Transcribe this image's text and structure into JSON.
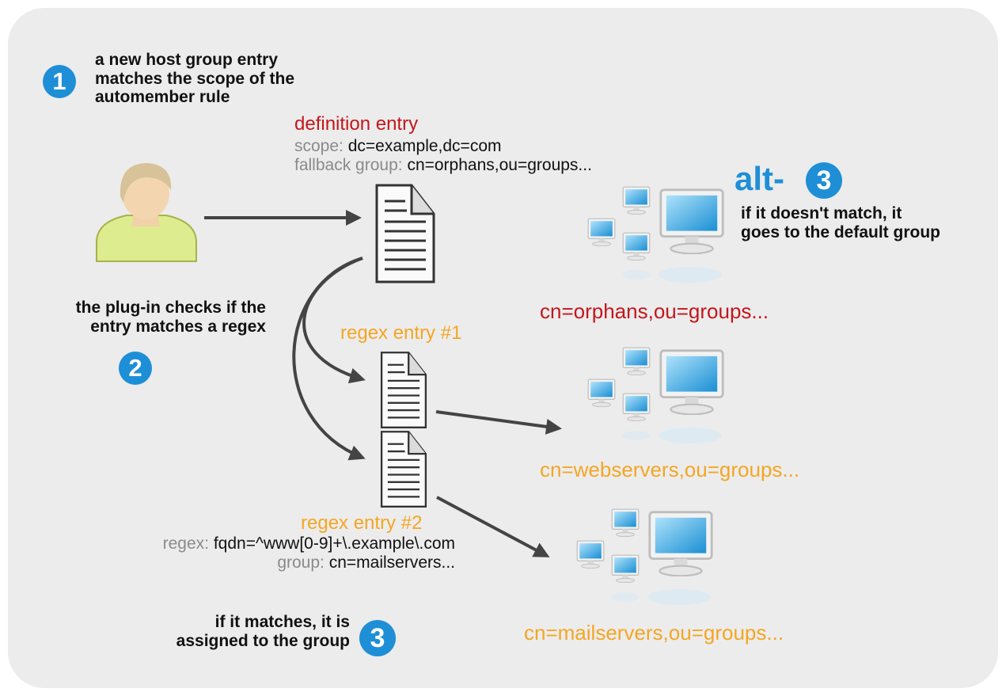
{
  "steps": {
    "step1": {
      "number": "1",
      "text": [
        "a new host group entry",
        "matches the scope of the",
        "automember rule"
      ]
    },
    "step2": {
      "number": "2",
      "text": [
        "the plug-in checks if the",
        "entry matches a regex"
      ]
    },
    "step3": {
      "number": "3",
      "text": [
        "if it matches, it is",
        "assigned to the group"
      ]
    },
    "alt3": {
      "prefix": "alt-",
      "number": "3",
      "text": [
        "if it doesn't match, it",
        "goes to the default group"
      ]
    }
  },
  "definition": {
    "title": "definition entry",
    "scope_label": "scope:",
    "scope_value": "dc=example,dc=com",
    "fallback_label": "fallback group:",
    "fallback_value": "cn=orphans,ou=groups..."
  },
  "regex1": {
    "title": "regex entry #1"
  },
  "regex2": {
    "title": "regex entry #2",
    "regex_label": "regex:",
    "regex_value": "fqdn=^www[0-9]+\\.example\\.com",
    "group_label": "group:",
    "group_value": "cn=mailservers..."
  },
  "groups": {
    "orphans": "cn=orphans,ou=groups...",
    "webservers": "cn=webservers,ou=groups...",
    "mailservers": "cn=mailservers,ou=groups..."
  },
  "colors": {
    "panel": "#ececec",
    "accent_blue": "#1e8fd6",
    "red": "#c4161c",
    "orange": "#f4a623",
    "grey_label": "#8a8a8a",
    "arrow": "#444444"
  }
}
